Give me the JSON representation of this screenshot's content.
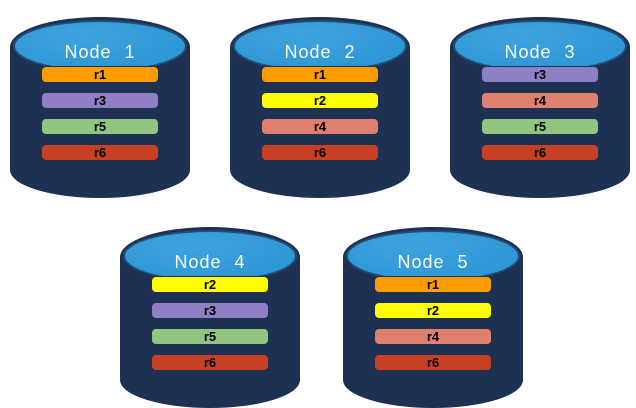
{
  "diagram": {
    "nodes": [
      {
        "label": "Node 1",
        "replicas": [
          "r1",
          "r3",
          "r5",
          "r6"
        ]
      },
      {
        "label": "Node 2",
        "replicas": [
          "r1",
          "r2",
          "r4",
          "r6"
        ]
      },
      {
        "label": "Node 3",
        "replicas": [
          "r3",
          "r4",
          "r5",
          "r6"
        ]
      },
      {
        "label": "Node 4",
        "replicas": [
          "r2",
          "r3",
          "r5",
          "r6"
        ]
      },
      {
        "label": "Node 5",
        "replicas": [
          "r1",
          "r2",
          "r4",
          "r6"
        ]
      }
    ],
    "replica_colors": {
      "r1": "#FF9D00",
      "r2": "#FFFF00",
      "r3": "#8F80C6",
      "r4": "#DF806F",
      "r5": "#90C67F",
      "r6": "#C84023"
    },
    "colors": {
      "cylinder_body": "#1F3153",
      "cylinder_top": "#2F97D5",
      "cylinder_top_border": "#1F4E79",
      "bar_border": "#1F3153",
      "node_label_text": "#FFFFFF",
      "replica_label_text": "#000000",
      "background": "#FFFFFF"
    }
  }
}
